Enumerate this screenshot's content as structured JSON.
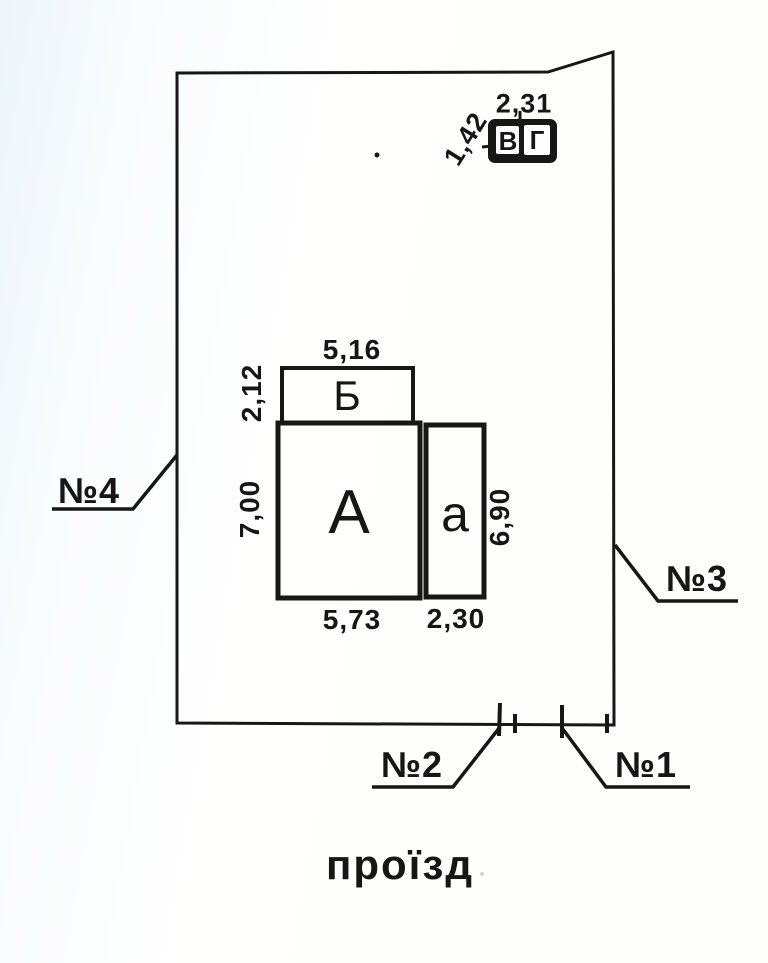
{
  "site_plan": {
    "caption": "проїзд",
    "markers": {
      "m1": "№1",
      "m2": "№2",
      "m3": "№3",
      "m4": "№4"
    },
    "buildings": {
      "main": {
        "label": "А",
        "width_m": "5,73",
        "height_m": "7,00"
      },
      "annex": {
        "label": "а",
        "width_m": "2,30",
        "height_m": "6,90"
      },
      "extension": {
        "label": "Б",
        "width_m": "5,16",
        "height_m": "2,12"
      },
      "outbuilding": {
        "cells": [
          "В",
          "Г"
        ],
        "width_m": "2,31",
        "height_m": "1,42"
      }
    },
    "colors": {
      "ink": "#171717",
      "paper": "#fefefe"
    }
  }
}
